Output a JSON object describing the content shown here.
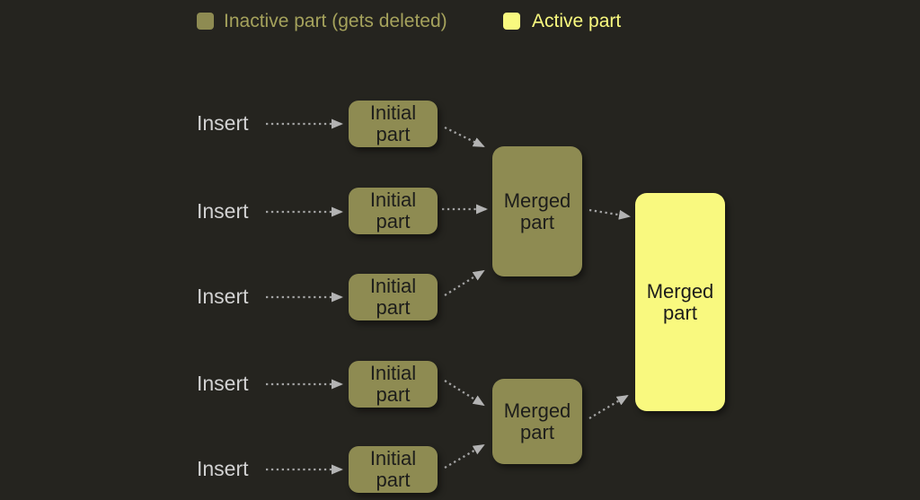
{
  "legend": {
    "inactive": {
      "label": "Inactive part (gets deleted)",
      "color": "#8e8b52"
    },
    "active": {
      "label": "Active part",
      "color": "#f9f97f"
    }
  },
  "rows": [
    {
      "insert_label": "Insert",
      "box_label": "Initial part",
      "state": "inactive"
    },
    {
      "insert_label": "Insert",
      "box_label": "Initial part",
      "state": "inactive"
    },
    {
      "insert_label": "Insert",
      "box_label": "Initial part",
      "state": "inactive"
    },
    {
      "insert_label": "Insert",
      "box_label": "Initial part",
      "state": "inactive"
    },
    {
      "insert_label": "Insert",
      "box_label": "Initial part",
      "state": "inactive"
    }
  ],
  "merged": {
    "top": {
      "label": "Merged part",
      "state": "inactive"
    },
    "bottom": {
      "label": "Merged part",
      "state": "inactive"
    },
    "final": {
      "label": "Merged part",
      "state": "active"
    }
  },
  "colors": {
    "background": "#25241f",
    "inactive_box": "#8e8b52",
    "active_box": "#f9f97f",
    "box_text": "#1d1d1b",
    "insert_text": "#d2d2d2",
    "legend_inactive_text": "#a5a25c",
    "legend_active_text": "#f9f97f",
    "arrow": "#a3a3a3"
  }
}
